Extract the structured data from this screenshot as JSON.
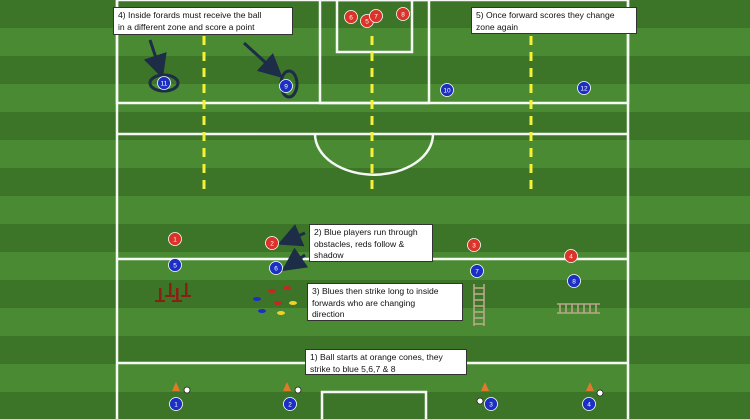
{
  "notes": {
    "n1": "1) Ball starts at orange cones, they\nstrike to blue 5,6,7 & 8",
    "n2": "2) Blue players run through\nobstacles, reds follow &\nshadow",
    "n3": "3) Blues then strike long to inside\nforwards who are changing\ndirection",
    "n4": "4) Inside forards must receive the ball\nin a different zone and score a point",
    "n5": "5) Once forward scores they change\nzone again"
  },
  "players": {
    "blue": [
      "1",
      "2",
      "3",
      "4",
      "5",
      "6",
      "7",
      "8",
      "9",
      "10",
      "11",
      "12"
    ],
    "red": [
      "1",
      "2",
      "3",
      "4",
      "5",
      "6",
      "7",
      "8"
    ]
  },
  "colors": {
    "grass_dark": "#3c7528",
    "grass_light": "#4a8a33",
    "line": "#ffffff",
    "zone_line": "#f4f13a",
    "blue_player": "#1c2fc4",
    "red_player": "#d9332a",
    "arrow": "#1d2c47",
    "cone": "#e07a2a",
    "pole": "#8a1f14",
    "ladder": "#b9a88a"
  }
}
